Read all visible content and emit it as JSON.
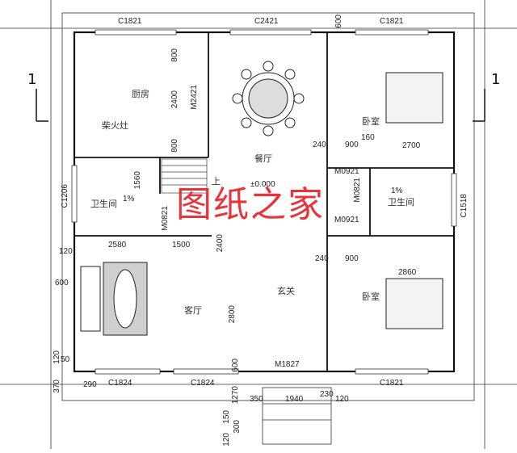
{
  "plan": {
    "rooms": {
      "kitchen": "厨房",
      "firewood_stove": "柴火灶",
      "dining": "餐厅",
      "bedroom_top": "卧室",
      "bedroom_bottom": "卧室",
      "bath_left": "卫生间",
      "bath_right": "卫生间",
      "living": "客厅",
      "foyer": "玄关"
    },
    "windows": {
      "top_left": "C1821",
      "top_mid": "C2421",
      "top_right": "C1821",
      "left_side": "C1206",
      "right_side": "C1518",
      "bottom_left": "C1824",
      "bottom_mid": "C1824",
      "bottom_right": "C1821"
    },
    "doors": {
      "kitchen": "M2421",
      "bath_left": "M0821",
      "bath_right_upper": "M0921",
      "bath_right_mid": "M0821",
      "bath_right_lower": "M0921",
      "entry": "M1827"
    },
    "elevation": "±0.000",
    "stair_up": "上",
    "slope_a": "1%",
    "slope_b": "1%",
    "dims": {
      "d600_top": "600",
      "d800_a": "800",
      "d2400": "2400",
      "d800_b": "800",
      "d240_a": "240",
      "d900_a": "900",
      "d160": "160",
      "d2700": "2700",
      "d1560": "1560",
      "d2580": "2580",
      "d1500": "1500",
      "d2400_b": "2400",
      "d120_a": "120",
      "d240_b": "240",
      "d900_b": "900",
      "d2860": "2860",
      "d600_left": "600",
      "d2800": "2800",
      "d120_b": "120",
      "d50": "50",
      "d370": "370",
      "d290": "290",
      "d600_c": "600",
      "d1270": "1270",
      "d350": "350",
      "d1940": "1940",
      "d230": "230",
      "d120_c": "120",
      "d150": "150",
      "d300": "300",
      "d120_d": "120"
    },
    "section_marks": {
      "left": "1",
      "right": "1"
    },
    "watermark": "图纸之家"
  }
}
